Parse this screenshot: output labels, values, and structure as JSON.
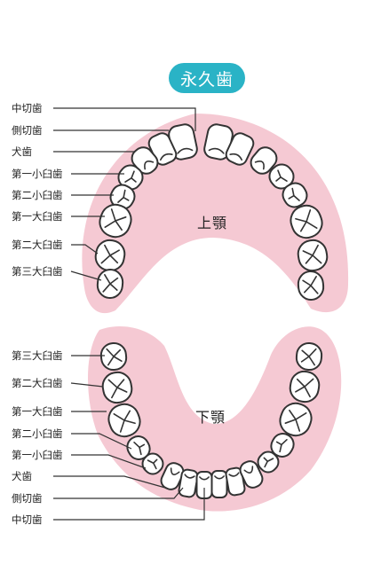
{
  "title": "永久歯",
  "colors": {
    "accent": "#2ab3c6",
    "gum": "#f5c9d3",
    "outline": "#333333",
    "tooth_fill": "#ffffff"
  },
  "upper": {
    "jaw_label": "上顎",
    "labels": [
      "中切歯",
      "側切歯",
      "犬歯",
      "第一小臼歯",
      "第二小臼歯",
      "第一大臼歯",
      "第二大臼歯",
      "第三大臼歯"
    ]
  },
  "lower": {
    "jaw_label": "下顎",
    "labels": [
      "第三大臼歯",
      "第二大臼歯",
      "第一大臼歯",
      "第二小臼歯",
      "第一小臼歯",
      "犬歯",
      "側切歯",
      "中切歯"
    ]
  }
}
